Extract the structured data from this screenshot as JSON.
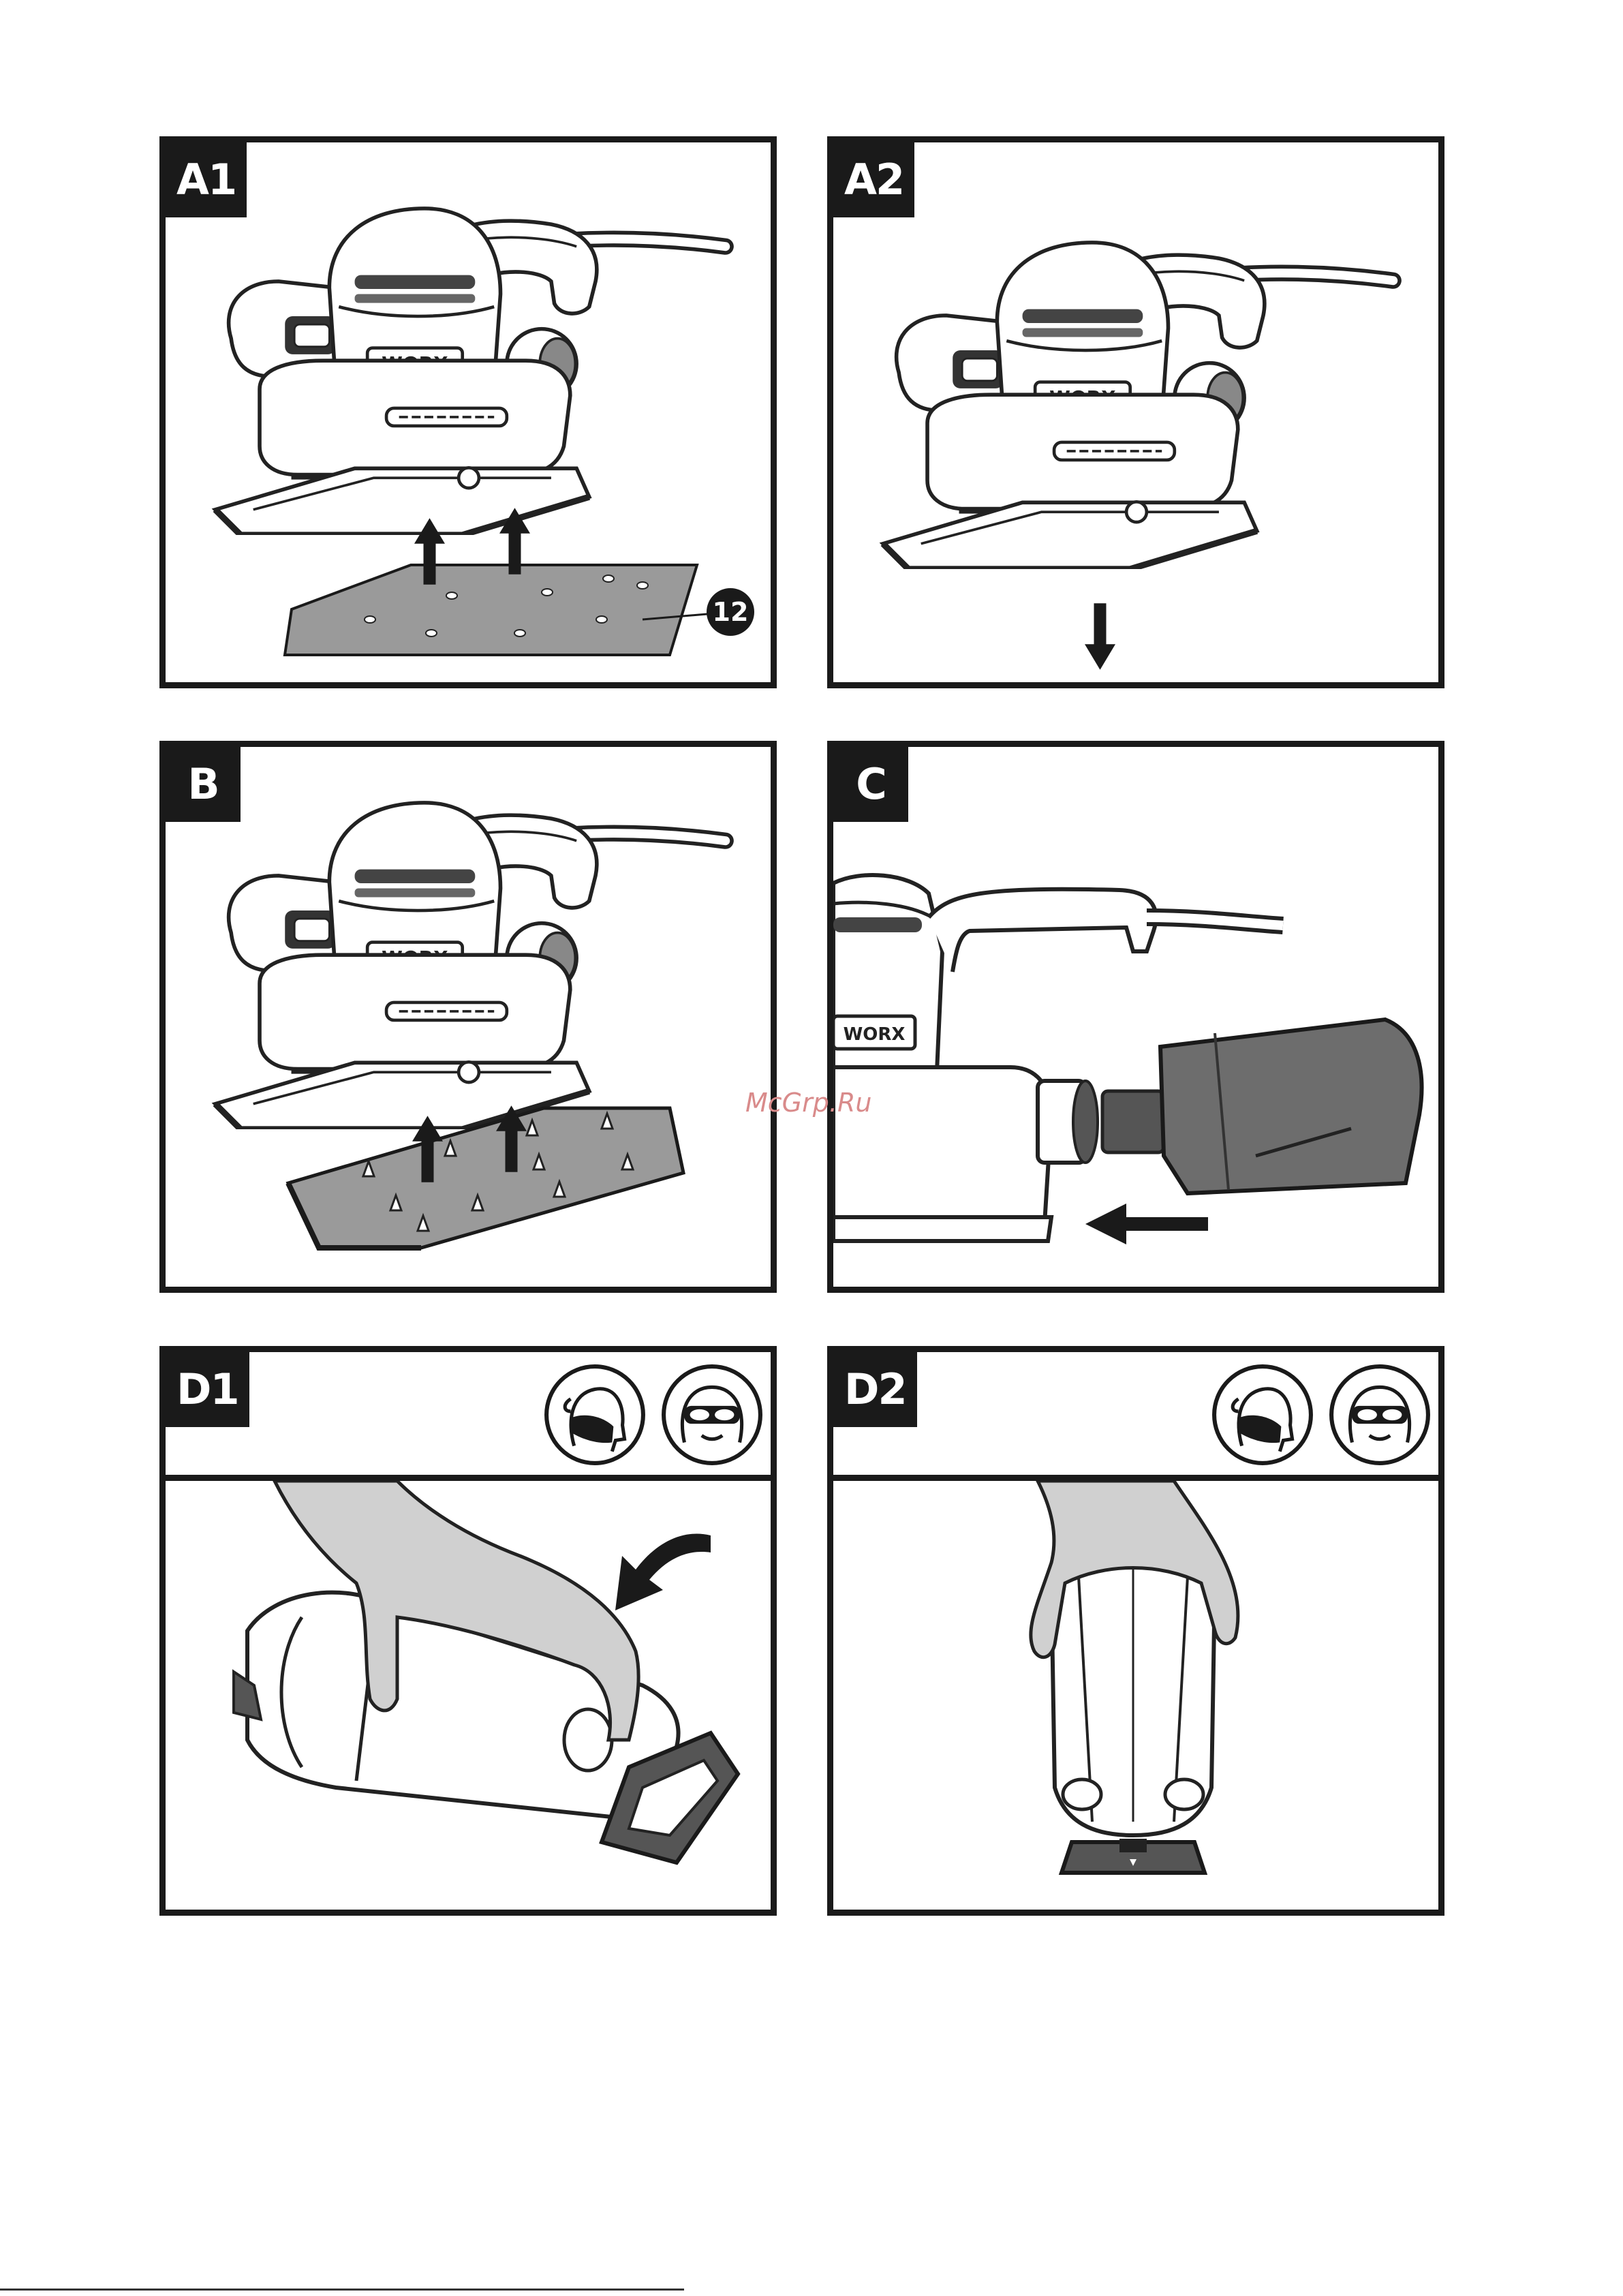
{
  "panels": {
    "a1": {
      "label": "A1",
      "callout": "12"
    },
    "a2": {
      "label": "A2"
    },
    "b": {
      "label": "B"
    },
    "c": {
      "label": "C"
    },
    "d1": {
      "label": "D1"
    },
    "d2": {
      "label": "D2"
    }
  },
  "brand": "WORX",
  "watermark": "McGrp.Ru",
  "icons": {
    "ppe_1": "dust-mask-icon",
    "ppe_2": "safety-goggles-icon"
  }
}
